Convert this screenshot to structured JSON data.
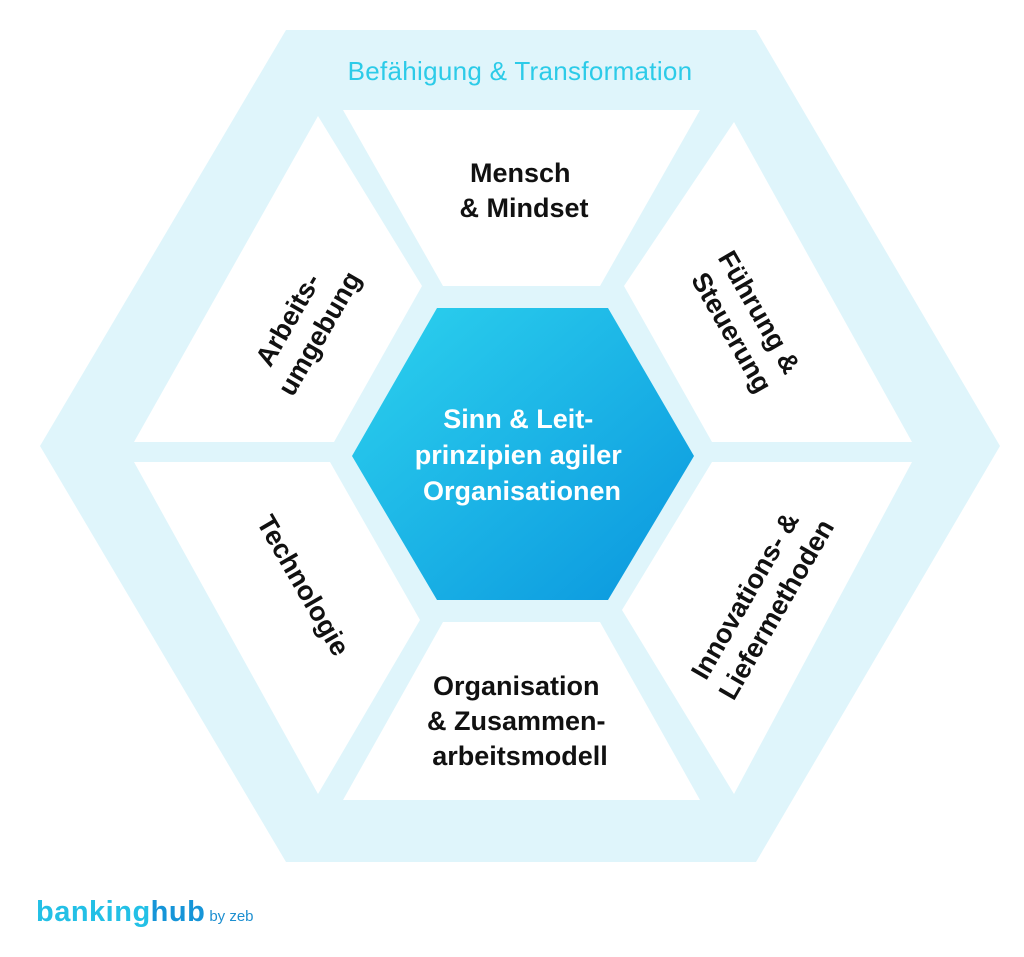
{
  "diagram": {
    "outer_title": "Befähigung & Transformation",
    "center": {
      "lines": [
        "Sinn & Leit-",
        "prinzipien agiler",
        "Organisationen"
      ]
    },
    "segments": {
      "top": [
        "Mensch",
        "& Mindset"
      ],
      "upper_right": [
        "Führung &",
        "Steuerung"
      ],
      "lower_right": [
        "Innovations- &",
        "Liefermethoden"
      ],
      "bottom": [
        "Organisation",
        "& Zusammen-",
        "arbeitsmodell"
      ],
      "lower_left": [
        "Technologie"
      ],
      "upper_left": [
        "Arbeits-",
        "umgebung"
      ]
    },
    "colors": {
      "outer_ring": "#dff5fb",
      "segment_fill": "#ffffff",
      "center_gradient_start": "#2dd2ee",
      "center_gradient_end": "#0a96de",
      "title": "#2ccbe8",
      "segment_text": "#111111",
      "center_text": "#ffffff"
    }
  },
  "logo": {
    "part1": "banking",
    "part2": "hub",
    "suffix": "by zeb"
  }
}
